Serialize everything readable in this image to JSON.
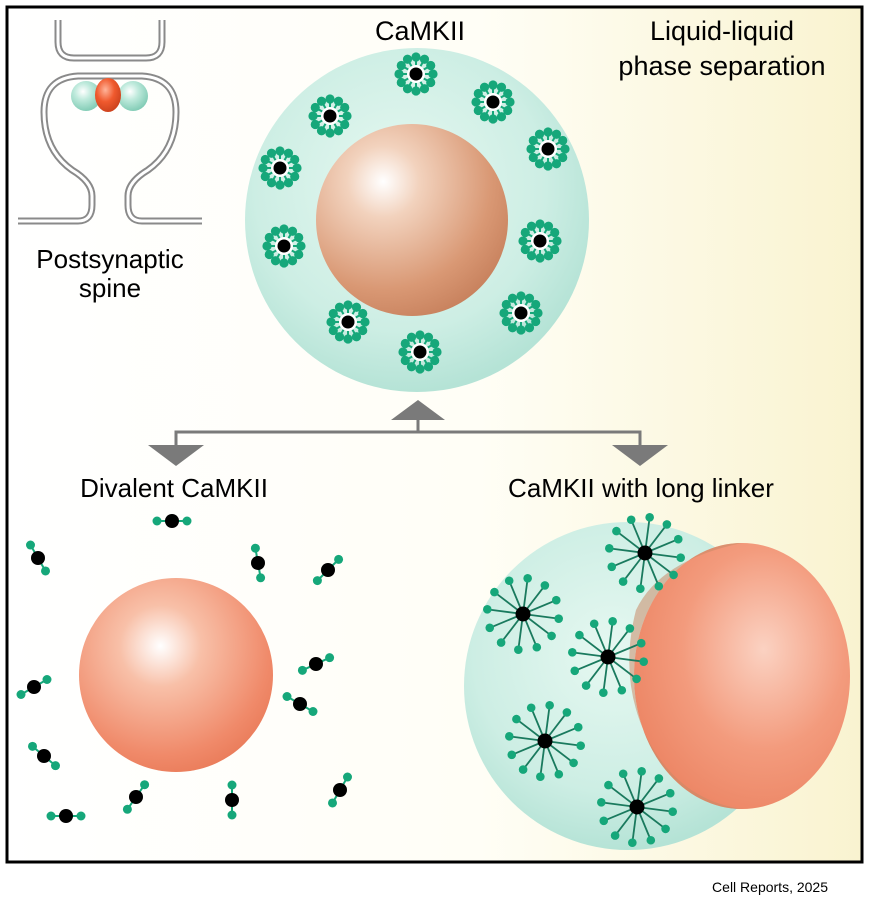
{
  "labels": {
    "spine": [
      "Postsynaptic",
      "spine"
    ],
    "camkii": "CaMKII",
    "llps": [
      "Liquid-liquid",
      "phase separation"
    ],
    "divalent": "Divalent CaMKII",
    "long_linker": "CaMKII with long linker",
    "credit": "Cell Reports, 2025"
  },
  "colors": {
    "frame": "#000000",
    "background_left": "#ffffff",
    "background_right": "#fbf6d8",
    "condensate": "#cdeee4",
    "droplet": "#f08a6a",
    "subunit": "#16a77a",
    "hub": "#000000",
    "arrow": "#7a7a7a",
    "membrane": "#8a8a8a"
  },
  "icons": [
    "dodecamer-icon",
    "divalent-dimer-icon",
    "spiky-dodecamer-icon",
    "synapse-icon",
    "arrow-up-icon",
    "arrow-down-icon"
  ]
}
